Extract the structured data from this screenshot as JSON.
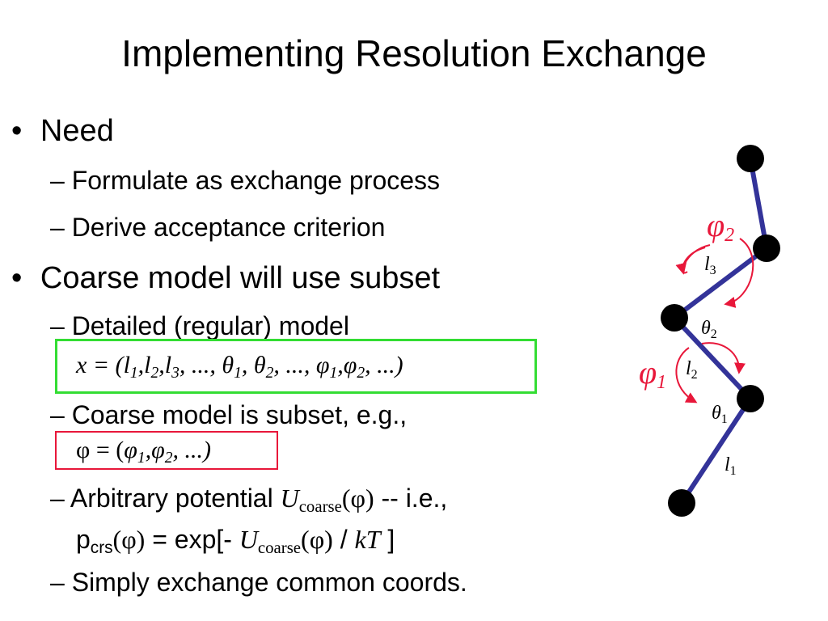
{
  "title": "Implementing Resolution Exchange",
  "bullets": {
    "need": {
      "marker": "•",
      "text": "Need"
    },
    "formulate": "– Formulate as exchange process",
    "derive": "– Derive acceptance criterion",
    "coarse_subset": {
      "marker": "•",
      "text": "Coarse model will use subset"
    },
    "detailed": "– Detailed (regular) model",
    "detailed_eq": {
      "lhs": "x = (",
      "terms": [
        "l",
        "1",
        ",",
        "l",
        "2",
        ",",
        "l",
        "3",
        ", ..., ",
        "θ",
        "1",
        ", ",
        "θ",
        "2",
        ", ..., ",
        "φ",
        "1",
        ",",
        "φ",
        "2",
        ", ...)"
      ]
    },
    "coarse_is_subset": "– Coarse model is subset, e.g.,",
    "coarse_eq": {
      "lhs": "φ = (",
      "terms": [
        "φ",
        "1",
        ",",
        "φ",
        "2",
        ", ...)"
      ]
    },
    "arbitrary": {
      "prefix": "– Arbitrary potential ",
      "U": "U",
      "sub": "coarse",
      "arg": "(φ)",
      "suffix": "  -- i.e.,"
    },
    "pcrs": {
      "p": "p",
      "sub": "crs",
      "arg": "(φ)",
      "eq": " = exp[- ",
      "U": "U",
      "Usub": "coarse",
      "Uarg": "(φ)",
      "div": " / ",
      "kT": "kT",
      "close": " ]"
    },
    "simply": "– Simply exchange common coords."
  },
  "diagram": {
    "phi2": {
      "sym": "φ",
      "sub": "2"
    },
    "phi1": {
      "sym": "φ",
      "sub": "1"
    },
    "l3": {
      "sym": "l",
      "sub": "3"
    },
    "l2": {
      "sym": "l",
      "sub": "2"
    },
    "l1": {
      "sym": "l",
      "sub": "1"
    },
    "theta2": {
      "sym": "θ",
      "sub": "2"
    },
    "theta1": {
      "sym": "θ",
      "sub": "1"
    }
  },
  "colors": {
    "bond": "#333399",
    "arrow": "#e8173a",
    "green_box": "#33dd33",
    "red_box": "#e8173a",
    "atom": "#000000"
  }
}
